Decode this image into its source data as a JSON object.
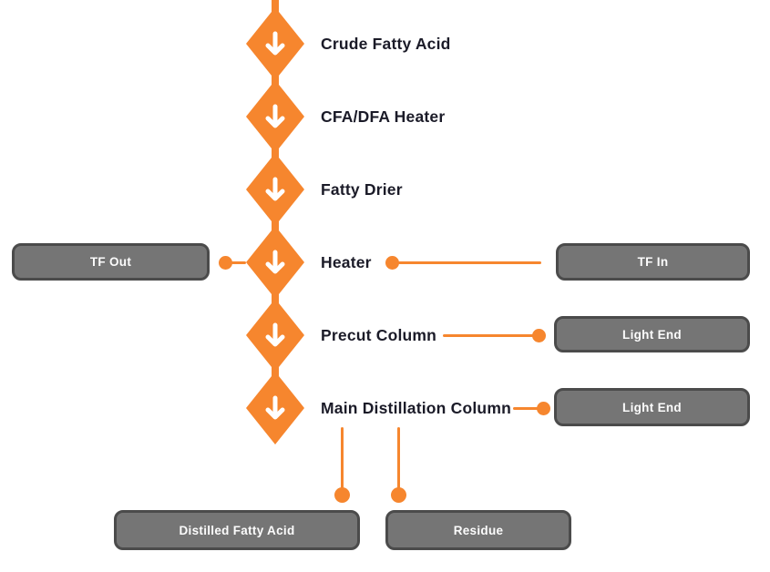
{
  "flow": {
    "nodes": [
      {
        "label": "Crude Fatty Acid"
      },
      {
        "label": "CFA/DFA Heater"
      },
      {
        "label": "Fatty Drier"
      },
      {
        "label": "Heater"
      },
      {
        "label": "Precut Column"
      },
      {
        "label": "Main Distillation Column"
      }
    ],
    "node_icon": "arrow-down-icon",
    "side_boxes": {
      "tf_out": {
        "label": "TF Out",
        "side": "left",
        "connects_to": "Heater"
      },
      "tf_in": {
        "label": "TF In",
        "side": "right",
        "connects_to": "Heater"
      },
      "light_end_precut": {
        "label": "Light End",
        "side": "right",
        "connects_to": "Precut Column"
      },
      "light_end_main": {
        "label": "Light End",
        "side": "right",
        "connects_to": "Main Distillation Column"
      }
    },
    "output_boxes": [
      {
        "label": "Distilled Fatty Acid",
        "connects_to": "Main Distillation Column"
      },
      {
        "label": "Residue",
        "connects_to": "Main Distillation Column"
      }
    ],
    "colors": {
      "accent_orange": "#F6862E",
      "box_fill": "#757575",
      "box_border": "#4B4B4B",
      "label_text": "#1B1B28",
      "box_text": "#FFFFFF",
      "background": "#FFFFFF"
    }
  }
}
